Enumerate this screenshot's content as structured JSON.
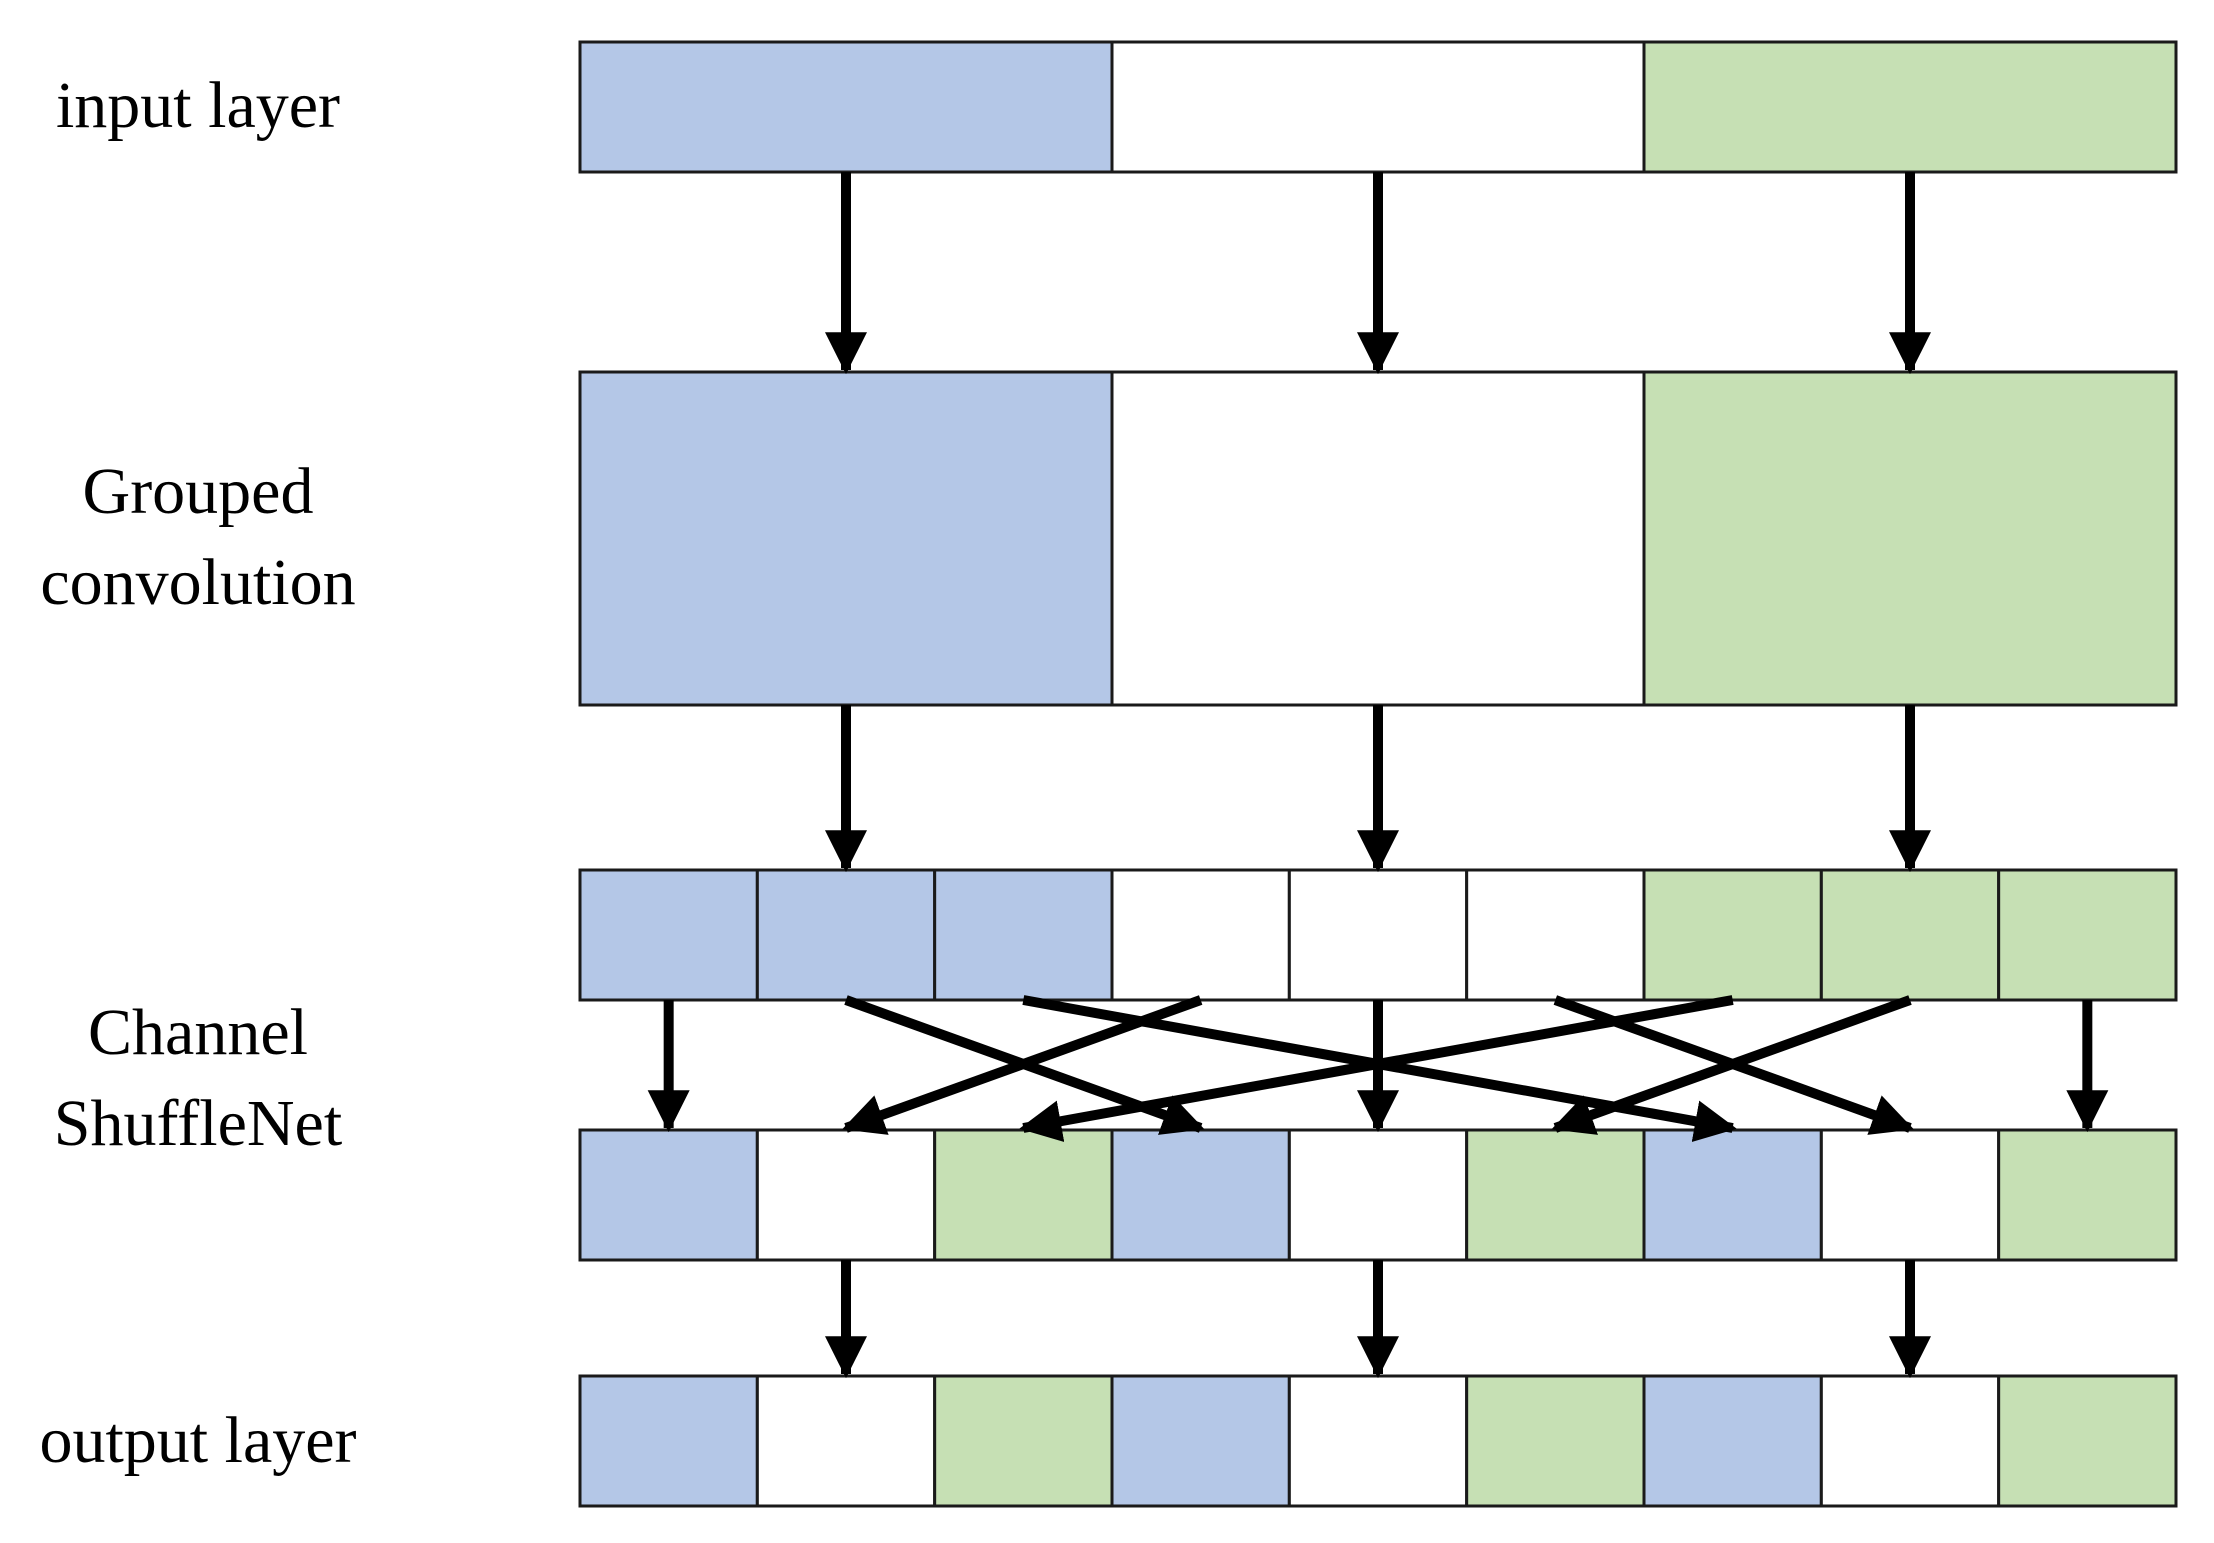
{
  "colors": {
    "blue": "#b4c7e7",
    "green": "#c6e0b4",
    "white": "#ffffff",
    "stroke": "#1a1a1a",
    "arrow": "#000000"
  },
  "labels": {
    "input": "input layer",
    "grouped_line1": "Grouped",
    "grouped_line2": "convolution",
    "shuffle_line1": "Channel",
    "shuffle_line2": "ShuffleNet",
    "output": "output layer"
  },
  "layers": {
    "input": [
      "blue",
      "white",
      "green"
    ],
    "grouped": [
      "blue",
      "white",
      "green"
    ],
    "split": [
      "blue",
      "blue",
      "blue",
      "white",
      "white",
      "white",
      "green",
      "green",
      "green"
    ],
    "shuffled": [
      "blue",
      "white",
      "green",
      "blue",
      "white",
      "green",
      "blue",
      "white",
      "green"
    ],
    "output": [
      "blue",
      "white",
      "green",
      "blue",
      "white",
      "green",
      "blue",
      "white",
      "green"
    ]
  },
  "shuffle_map": [
    {
      "from": 1,
      "to": 1
    },
    {
      "from": 2,
      "to": 4
    },
    {
      "from": 3,
      "to": 7
    },
    {
      "from": 4,
      "to": 2
    },
    {
      "from": 5,
      "to": 5
    },
    {
      "from": 6,
      "to": 8
    },
    {
      "from": 7,
      "to": 3
    },
    {
      "from": 8,
      "to": 6
    },
    {
      "from": 9,
      "to": 9
    }
  ]
}
